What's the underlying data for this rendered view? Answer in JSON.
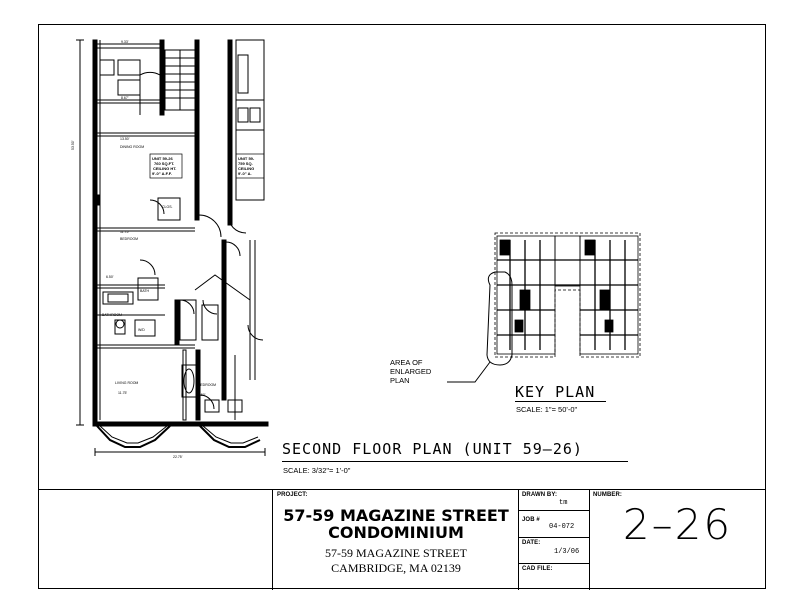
{
  "drawing": {
    "title": "SECOND FLOOR PLAN (UNIT 59–26)",
    "scale": "SCALE: 3/32\"= 1'-0\"",
    "unit_box": [
      "UNIT 59-26",
      "760 SQ.FT.",
      "CEILING HT.",
      "9'-0\" A.F.F."
    ],
    "unit_box_right": [
      "UNIT 59-",
      "759 SQ.",
      "CEILING",
      "9'-0\" A."
    ],
    "rooms": [
      "DINING ROOM",
      "BEDROOM",
      "BATH",
      "BATHROOM",
      "LIVING ROOM",
      "BEDROOM",
      "CLOS.",
      "CLOS.",
      "W/D"
    ],
    "dimensions": [
      "9.33'",
      "8.67'",
      "13.50'",
      "11.67'",
      "11.75'",
      "12.00'",
      "9.50'",
      "11.75'",
      "6.50'",
      "53.50'",
      "22.75'"
    ]
  },
  "key_plan": {
    "title": "KEY PLAN",
    "scale": "SCALE: 1\"= 50'-0\"",
    "area_note": [
      "AREA OF",
      "ENLARGED",
      "PLAN"
    ]
  },
  "title_block": {
    "project_label": "PROJECT:",
    "project_name_1": "57-59 MAGAZINE STREET",
    "project_name_2": "CONDOMINIUM",
    "address_1": "57-59 MAGAZINE STREET",
    "address_2": "CAMBRIDGE, MA 02139",
    "drawn_by_label": "DRAWN BY:",
    "drawn_by": "tm",
    "job_label": "JOB #",
    "job": "04-072",
    "date_label": "DATE:",
    "date": "1/3/06",
    "cad_label": "CAD FILE:",
    "number_label": "NUMBER:",
    "sheet_number": "2–26"
  }
}
